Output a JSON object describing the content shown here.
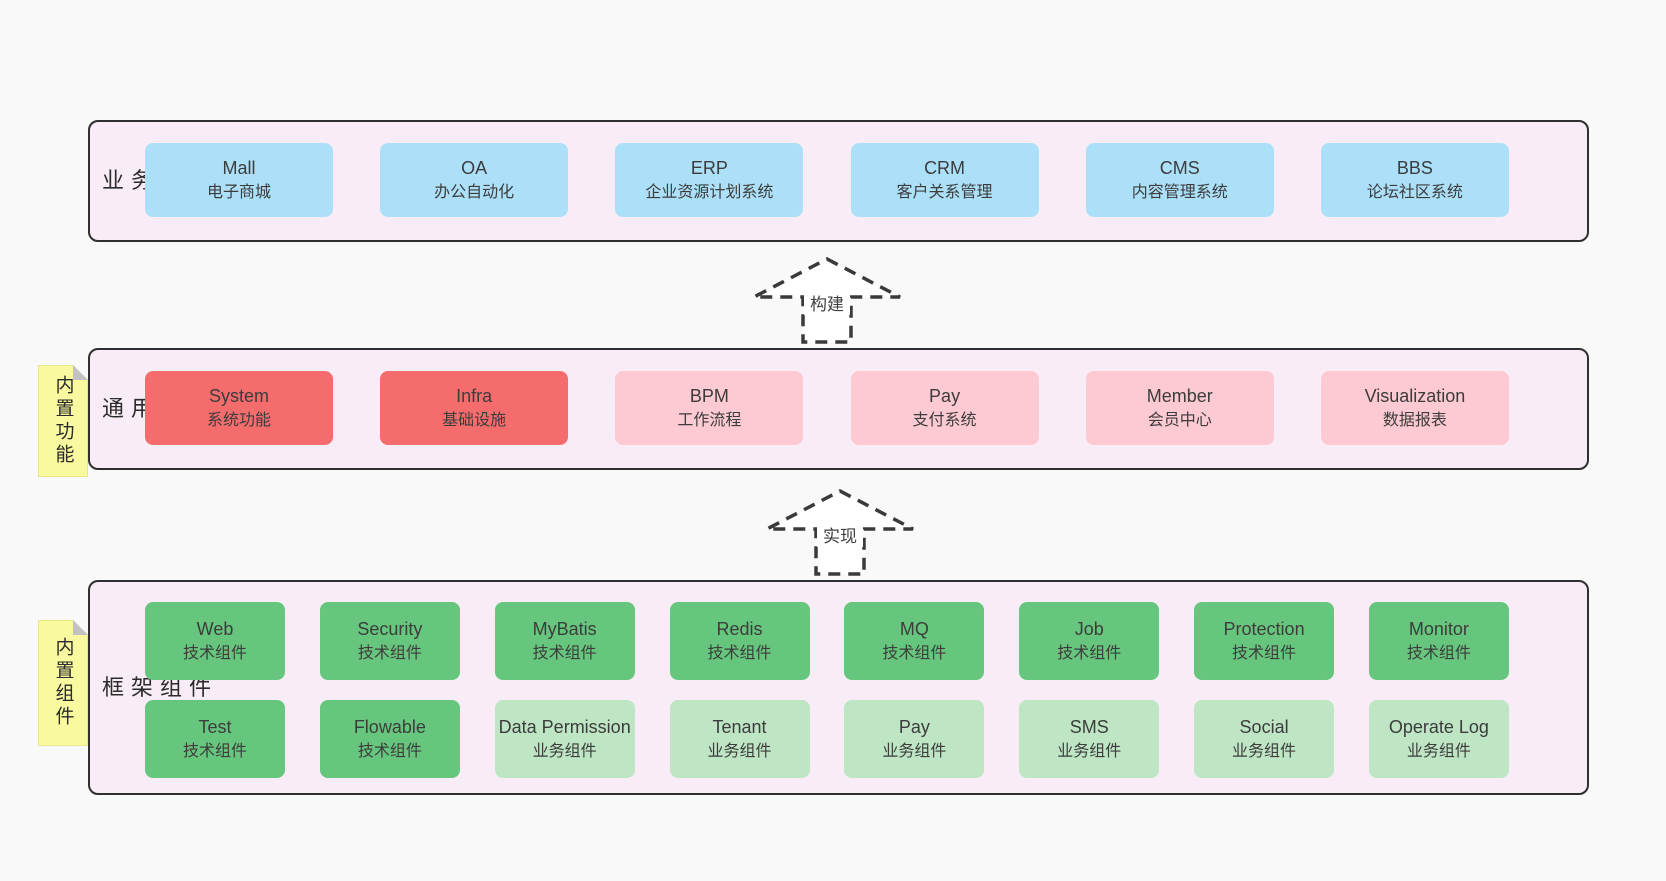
{
  "layers": {
    "business": {
      "label": "业务系统",
      "boxes": [
        {
          "name": "Mall",
          "desc": "电子商城"
        },
        {
          "name": "OA",
          "desc": "办公自动化"
        },
        {
          "name": "ERP",
          "desc": "企业资源计划系统"
        },
        {
          "name": "CRM",
          "desc": "客户关系管理"
        },
        {
          "name": "CMS",
          "desc": "内容管理系统"
        },
        {
          "name": "BBS",
          "desc": "论坛社区系统"
        }
      ]
    },
    "modules": {
      "label": "通用模块",
      "sticky": "内置功能",
      "boxes": [
        {
          "name": "System",
          "desc": "系统功能",
          "style": "red"
        },
        {
          "name": "Infra",
          "desc": "基础设施",
          "style": "red"
        },
        {
          "name": "BPM",
          "desc": "工作流程",
          "style": "pink"
        },
        {
          "name": "Pay",
          "desc": "支付系统",
          "style": "pink"
        },
        {
          "name": "Member",
          "desc": "会员中心",
          "style": "pink"
        },
        {
          "name": "Visualization",
          "desc": "数据报表",
          "style": "pink"
        }
      ]
    },
    "components": {
      "label": "框架组件",
      "sticky": "内置组件",
      "row1": [
        {
          "name": "Web",
          "desc": "技术组件"
        },
        {
          "name": "Security",
          "desc": "技术组件"
        },
        {
          "name": "MyBatis",
          "desc": "技术组件"
        },
        {
          "name": "Redis",
          "desc": "技术组件"
        },
        {
          "name": "MQ",
          "desc": "技术组件"
        },
        {
          "name": "Job",
          "desc": "技术组件"
        },
        {
          "name": "Protection",
          "desc": "技术组件"
        },
        {
          "name": "Monitor",
          "desc": "技术组件"
        }
      ],
      "row2": [
        {
          "name": "Test",
          "desc": "技术组件",
          "style": "green"
        },
        {
          "name": "Flowable",
          "desc": "技术组件",
          "style": "green"
        },
        {
          "name": "Data Permission",
          "desc": "业务组件",
          "style": "green-light"
        },
        {
          "name": "Tenant",
          "desc": "业务组件",
          "style": "green-light"
        },
        {
          "name": "Pay",
          "desc": "业务组件",
          "style": "green-light"
        },
        {
          "name": "SMS",
          "desc": "业务组件",
          "style": "green-light"
        },
        {
          "name": "Social",
          "desc": "业务组件",
          "style": "green-light"
        },
        {
          "name": "Operate Log",
          "desc": "业务组件",
          "style": "green-light"
        }
      ]
    }
  },
  "arrows": {
    "build": "构建",
    "implement": "实现"
  },
  "colors": {
    "background": "#f9f9f9",
    "panel": "#f8edf6",
    "panel_border": "#2f2f2f",
    "blue": "#ace0f9",
    "red": "#f56c6c",
    "pink": "#fdc9d2",
    "green": "#67c67d",
    "light_green": "#bee5c4",
    "sticky_yellow": "#f9f9a0",
    "text": "#333333"
  }
}
